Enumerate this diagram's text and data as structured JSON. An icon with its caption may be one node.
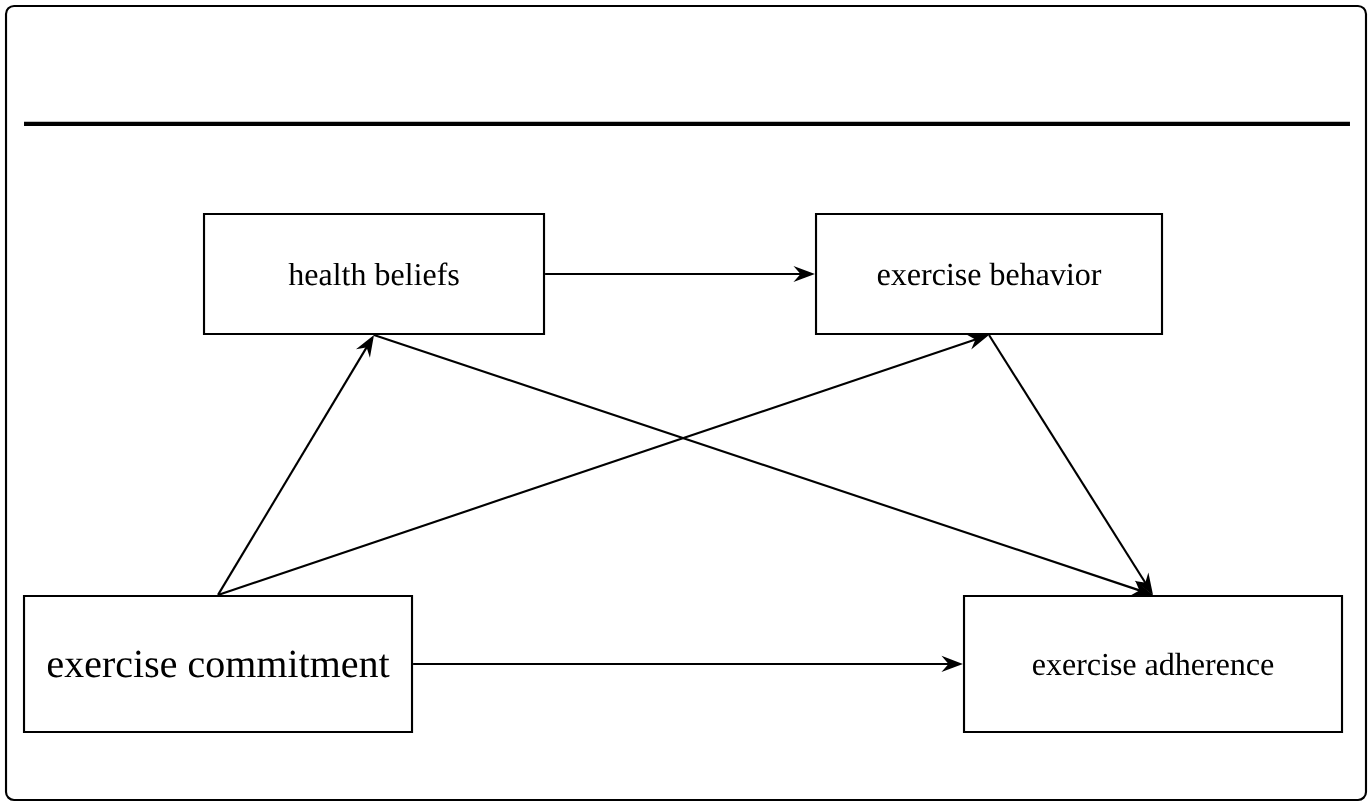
{
  "diagram": {
    "nodes": [
      {
        "text": [
          "health beliefs"
        ]
      },
      {
        "text": [
          "exercise behavior"
        ]
      },
      {
        "text": [
          "exercise commitment"
        ]
      },
      {
        "text": [
          "exercise adherence"
        ]
      }
    ],
    "edges": [
      {
        "from": 0,
        "to": 1,
        "arrow": "to"
      },
      {
        "from": 2,
        "to": 0,
        "arrow": "to"
      },
      {
        "from": 2,
        "to": 1,
        "arrow": "to"
      },
      {
        "from": 0,
        "to": 3,
        "arrow": "to"
      },
      {
        "from": 1,
        "to": 3,
        "arrow": "to"
      },
      {
        "from": 2,
        "to": 3,
        "arrow": "to"
      }
    ]
  }
}
